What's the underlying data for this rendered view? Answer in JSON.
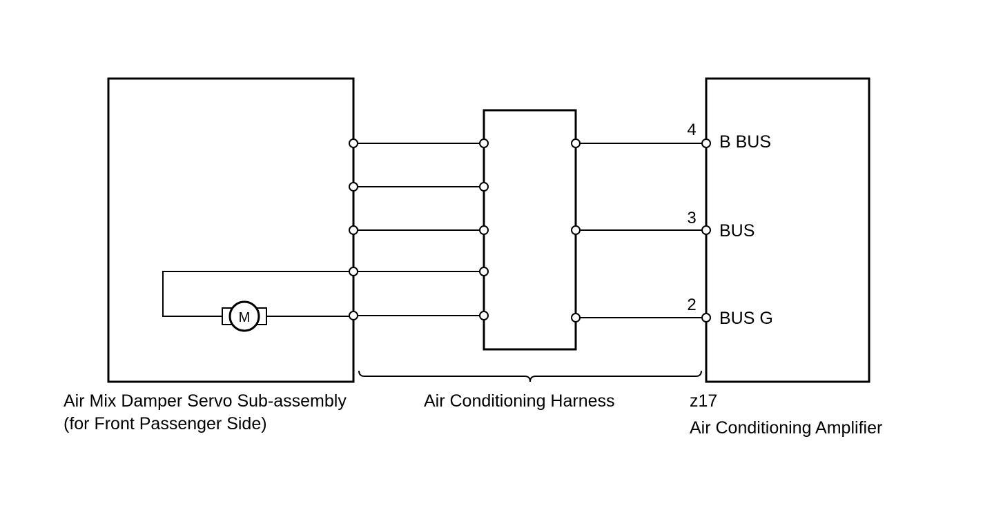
{
  "components": {
    "servo": {
      "label_line1": "Air Mix Damper Servo Sub-assembly",
      "label_line2": "(for Front Passenger Side)",
      "motor_label": "M"
    },
    "harness": {
      "label": "Air Conditioning Harness"
    },
    "amplifier": {
      "connector": "z17",
      "label": "Air Conditioning Amplifier",
      "pins": [
        {
          "number": "4",
          "name": "B BUS"
        },
        {
          "number": "3",
          "name": "BUS"
        },
        {
          "number": "2",
          "name": "BUS G"
        }
      ]
    }
  }
}
